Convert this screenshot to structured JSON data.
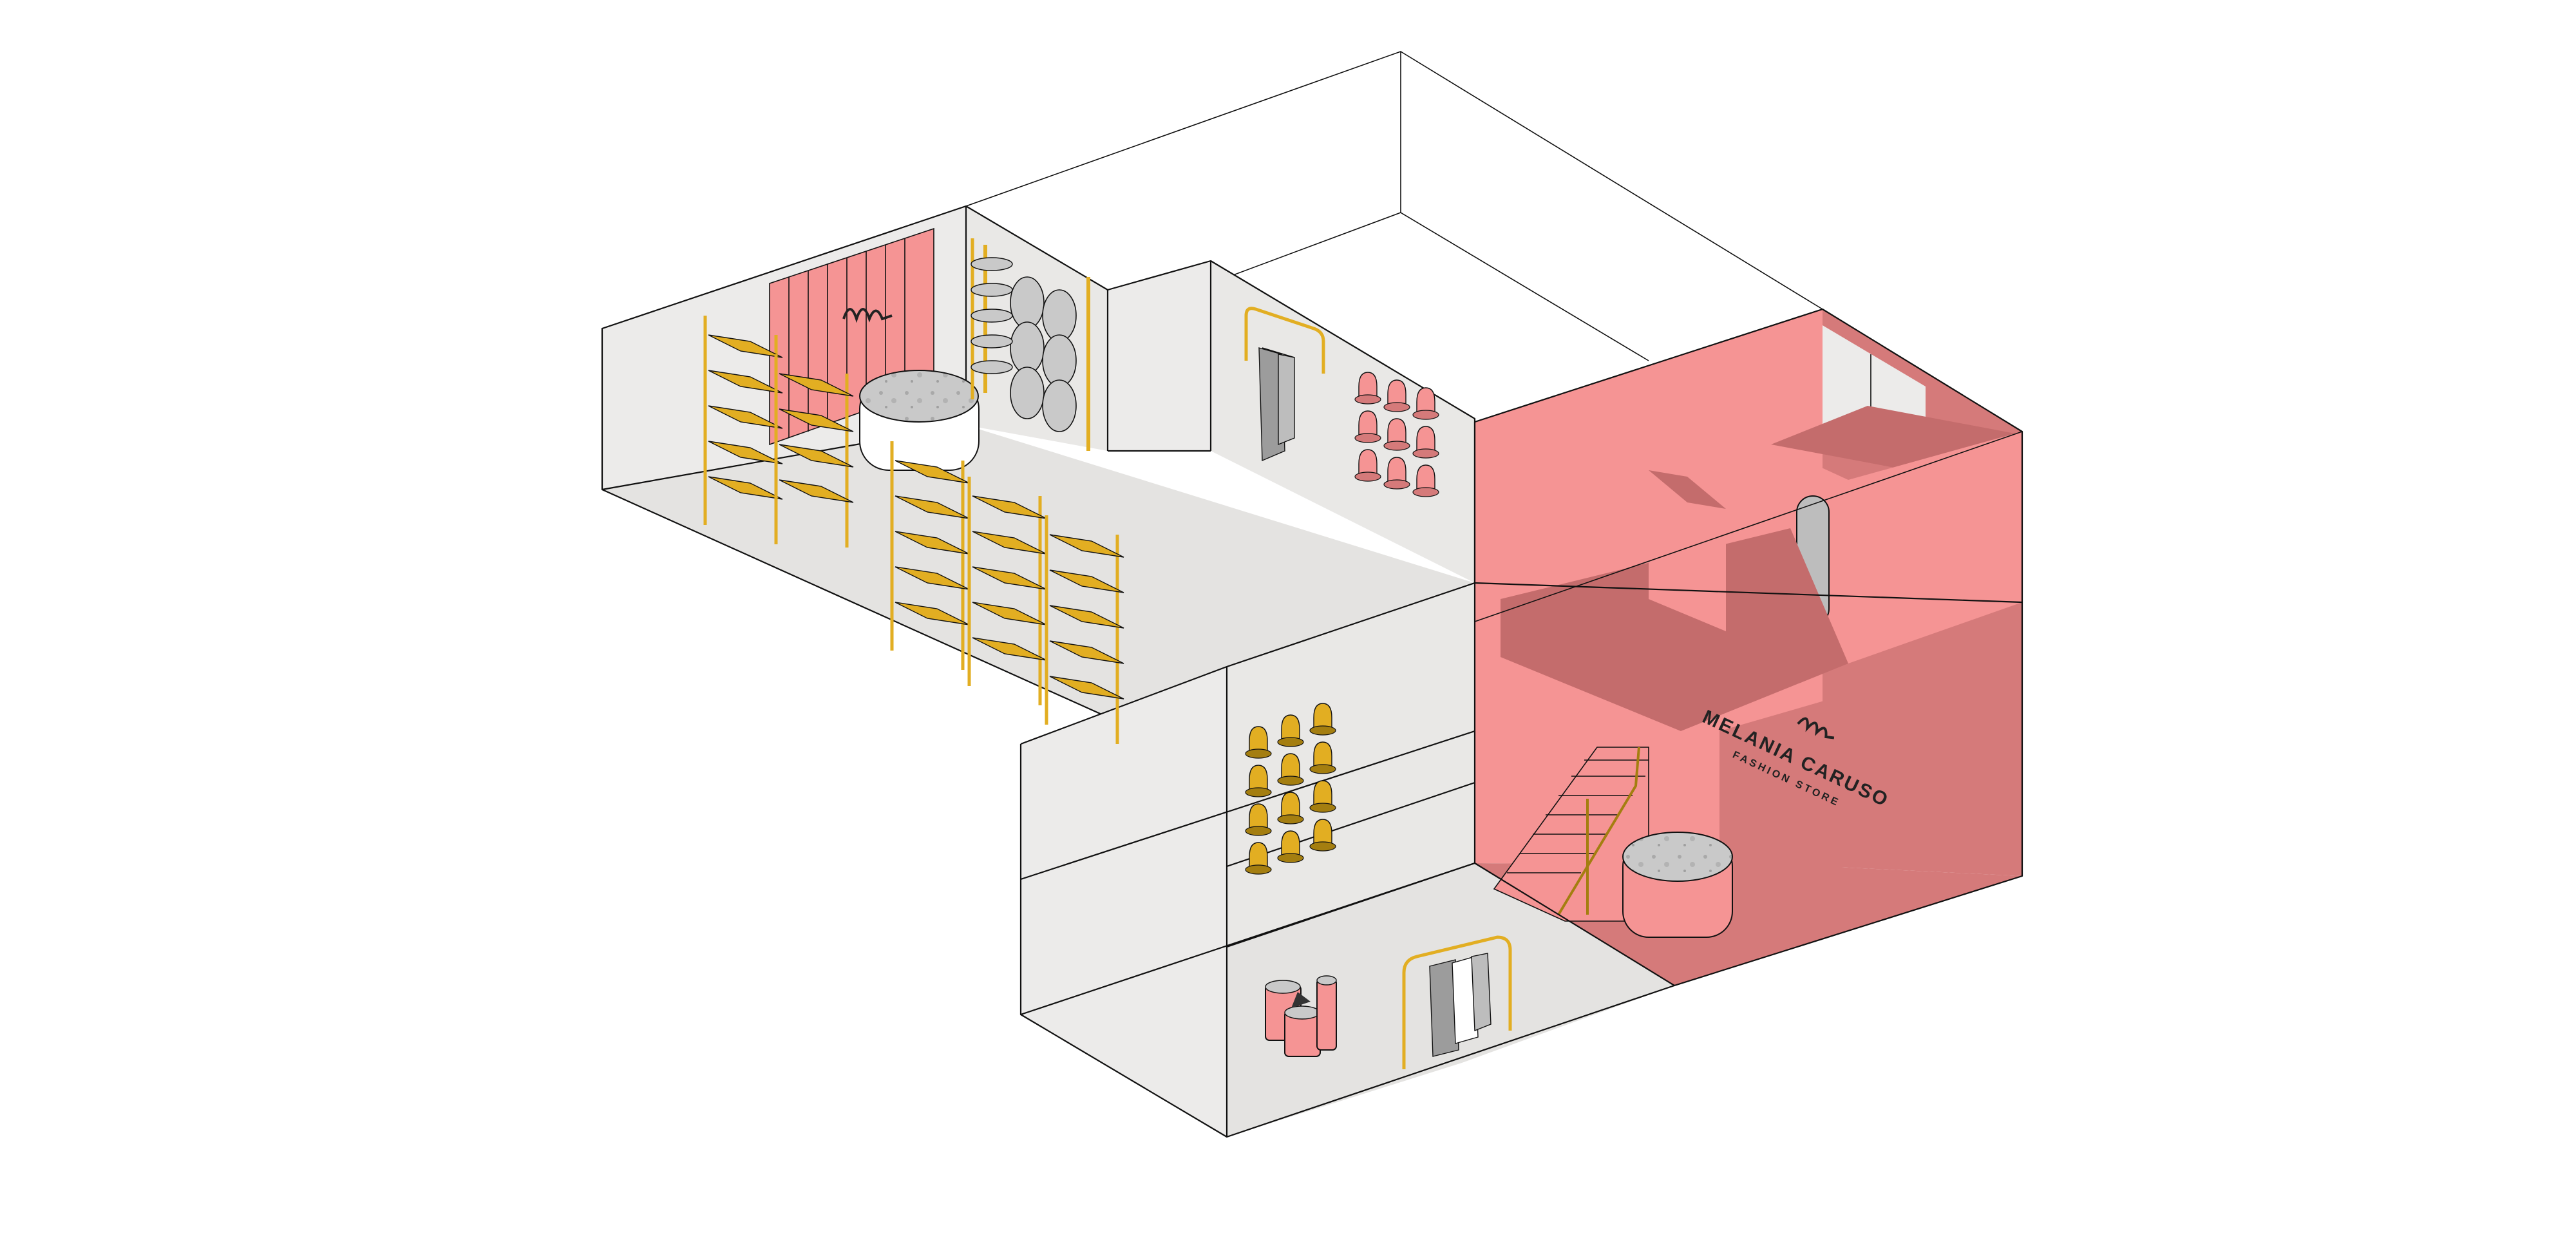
{
  "drawing": {
    "type": "isometric retail interior axonometric",
    "colors": {
      "background": "#ffffff",
      "glass_fill": "#ecebea",
      "floor_fill": "#e4e3e1",
      "accent_pink": "#f59494",
      "pink_dark": "#d57a7a",
      "pink_shadow": "#c46c6c",
      "gold": "#e2ae22",
      "gold_dark": "#a47e10",
      "marble": "#c9c9c9",
      "garment_grey": "#9c9c9c",
      "line": "#111111"
    },
    "sign": {
      "brand_name": "MELANIA CARUSO",
      "tagline": "FASHION STORE",
      "logo_icon": "signature-m-logo"
    }
  }
}
